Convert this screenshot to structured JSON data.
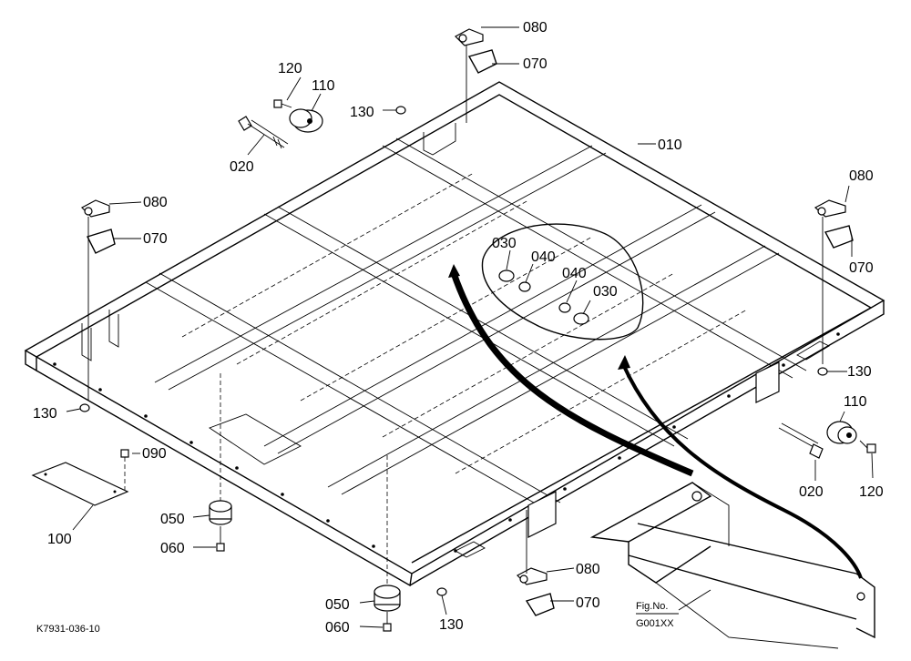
{
  "diagram": {
    "labels": {
      "p010": "010",
      "p020_a": "020",
      "p020_b": "020",
      "p030_a": "030",
      "p030_b": "030",
      "p040_a": "040",
      "p040_b": "040",
      "p050_a": "050",
      "p050_b": "050",
      "p060_a": "060",
      "p060_b": "060",
      "p070_a": "070",
      "p070_b": "070",
      "p070_c": "070",
      "p070_d": "070",
      "p080_a": "080",
      "p080_b": "080",
      "p080_c": "080",
      "p080_d": "080",
      "p090": "090",
      "p100": "100",
      "p110_a": "110",
      "p110_b": "110",
      "p120_a": "120",
      "p120_b": "120",
      "p130_a": "130",
      "p130_b": "130",
      "p130_c": "130",
      "p130_d": "130"
    },
    "fig_ref_label": "Fig.No.",
    "fig_ref_code": "G001XX",
    "drawing_code": "K7931-036-10"
  }
}
